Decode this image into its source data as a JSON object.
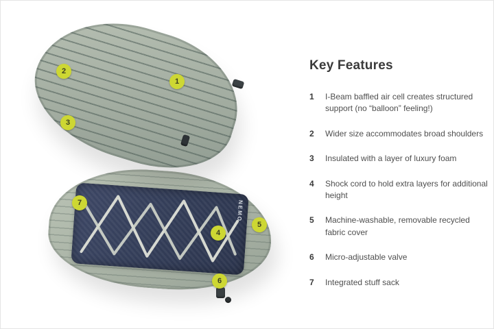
{
  "diagram": {
    "brand": "NEMO",
    "markers": [
      "1",
      "2",
      "3",
      "4",
      "5",
      "6",
      "7"
    ]
  },
  "features_panel": {
    "title": "Key Features",
    "items": [
      {
        "num": "1",
        "text": "I-Beam baffled air cell creates structured support (no “balloon” feeling!)"
      },
      {
        "num": "2",
        "text": "Wider size accommodates broad shoulders"
      },
      {
        "num": "3",
        "text": "Insulated with a layer of luxury foam"
      },
      {
        "num": "4",
        "text": "Shock cord to hold extra layers for additional height"
      },
      {
        "num": "5",
        "text": "Machine-washable, removable recycled fabric cover"
      },
      {
        "num": "6",
        "text": "Micro-adjustable valve"
      },
      {
        "num": "7",
        "text": "Integrated stuff sack"
      }
    ]
  },
  "colors": {
    "marker_yellow": "#cdd733",
    "pillow_sage": "#a3ada1",
    "panel_navy": "#333d58",
    "text_dark": "#3a3a3a"
  }
}
